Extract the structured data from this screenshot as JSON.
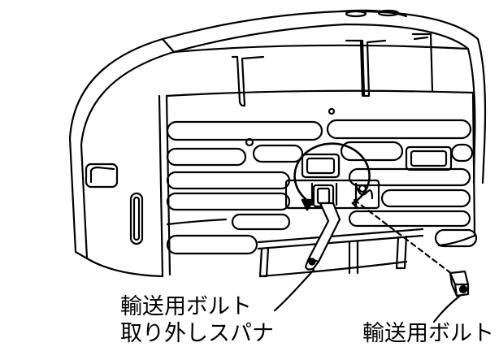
{
  "labels": {
    "wrench_line1": "輸送用ボルト",
    "wrench_line2": "取り外しスパナ",
    "bolt": "輸送用ボルト"
  },
  "colors": {
    "stroke": "#000000",
    "background": "#ffffff"
  }
}
